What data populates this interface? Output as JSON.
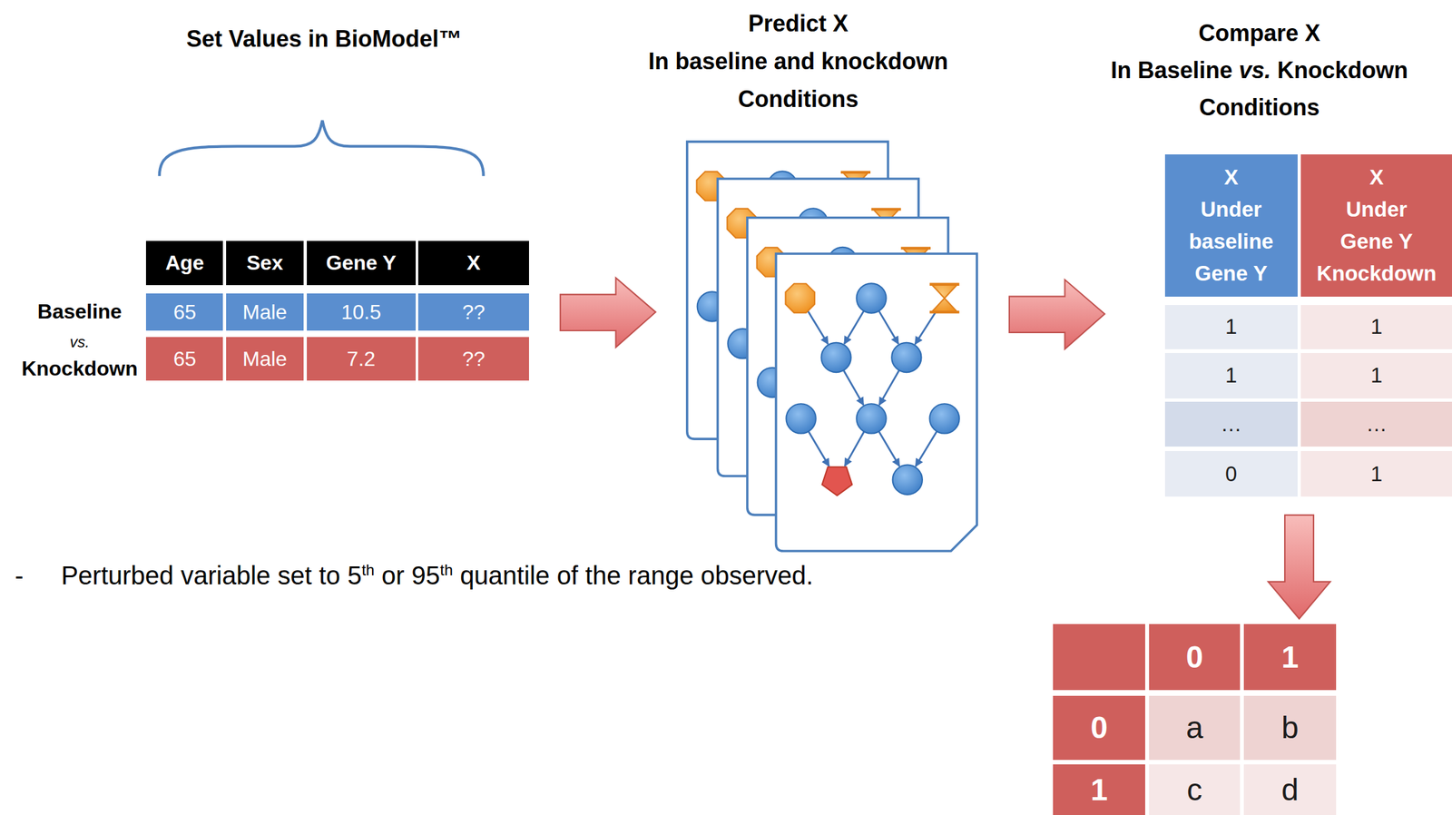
{
  "diagram": {
    "nodes": [
      {
        "text": [
          "Age",
          "Sex",
          "Gene Y",
          "X",
          "65",
          "Male",
          "10.5",
          "??",
          "65",
          "Male",
          "7.2",
          "??"
        ]
      },
      {
        "text": [
          "X Under baseline Gene Y",
          "X Under Gene Y Knockdown",
          "1",
          "1",
          "1",
          "1",
          "…",
          "…",
          "0",
          "1"
        ]
      },
      {
        "text": [
          "0",
          "1",
          "0",
          "a",
          "b",
          "1",
          "c",
          "d"
        ]
      }
    ],
    "edges": [
      {
        "from": 1,
        "to": 2,
        "arrow": "to"
      }
    ],
    "labels": [
      "Set Values in BioModel™",
      "Predict X In baseline and knockdown Conditions",
      "Compare X In Baseline vs. Knockdown Conditions",
      "Baseline",
      "vs.",
      "Knockdown",
      "-",
      "Perturbed variable set to 5th or 95th quantile of the range observed."
    ]
  }
}
